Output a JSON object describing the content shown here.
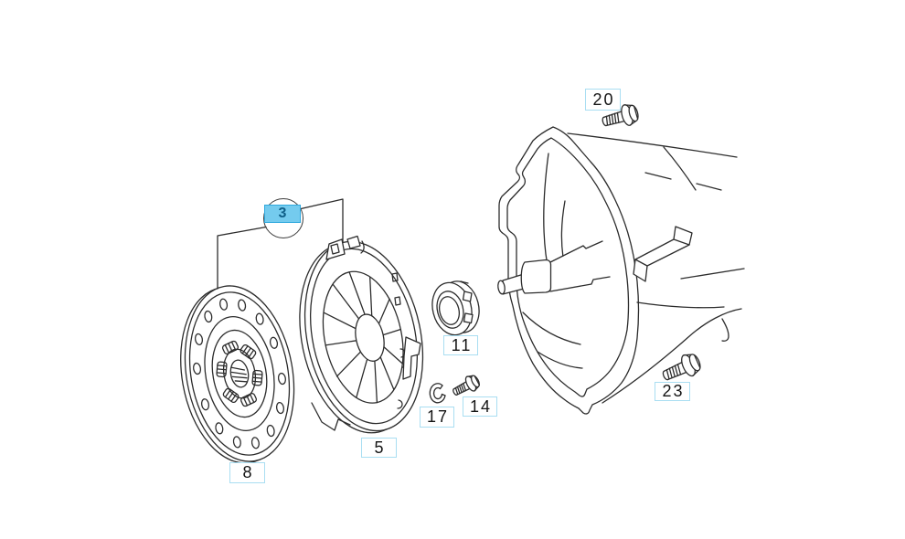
{
  "diagram": {
    "type": "exploded-parts-diagram",
    "background_color": "#ffffff",
    "line_color": "#2c2c2c",
    "callout_box_border_color": "#a9def2",
    "callout_text_color": "#141414",
    "highlighted_callout": {
      "label": "3",
      "fill_color": "#74cbee",
      "border_color": "#2fa8dd",
      "text_color": "#0f5f88"
    },
    "callouts": [
      {
        "label": "20",
        "highlighted": false
      },
      {
        "label": "3",
        "highlighted": true
      },
      {
        "label": "11",
        "highlighted": false
      },
      {
        "label": "17",
        "highlighted": false
      },
      {
        "label": "14",
        "highlighted": false
      },
      {
        "label": "5",
        "highlighted": false
      },
      {
        "label": "8",
        "highlighted": false
      },
      {
        "label": "23",
        "highlighted": false
      }
    ]
  }
}
